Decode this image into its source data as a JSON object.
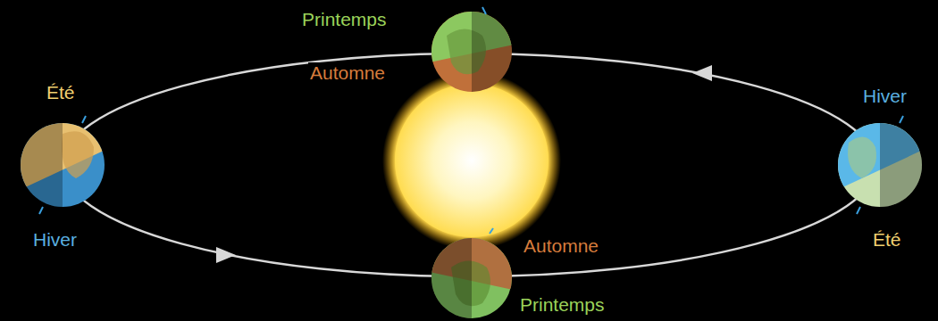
{
  "diagram": {
    "labels": [
      "Printemps",
      "Automne",
      "Été",
      "Hiver",
      "Hiver",
      "Automne",
      "Été",
      "Printemps"
    ]
  }
}
